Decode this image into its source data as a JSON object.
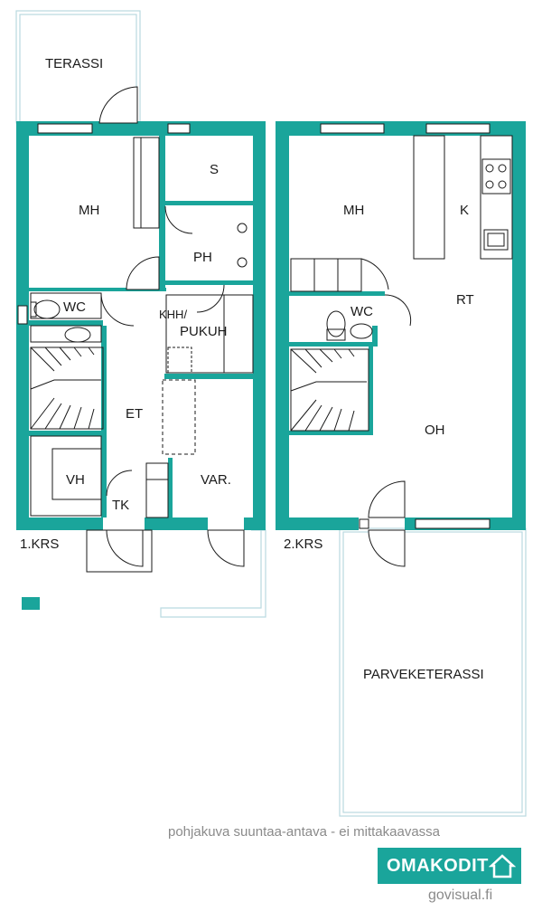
{
  "colors": {
    "wall": "#1aa59b",
    "outline": "#1a1a1a",
    "terrace": "#b9d9e0",
    "text_grey": "#8a8a8a"
  },
  "floor1": {
    "level_label": "1.KRS",
    "rooms": {
      "terassi": "TERASSI",
      "mh": "MH",
      "s": "S",
      "ph": "PH",
      "wc": "WC",
      "khh": "KHH/",
      "pukuh": "PUKUH",
      "et": "ET",
      "vh": "VH",
      "tk": "TK",
      "var": "VAR."
    }
  },
  "floor2": {
    "level_label": "2.KRS",
    "rooms": {
      "mh": "MH",
      "k": "K",
      "rt": "RT",
      "wc": "WC",
      "oh": "OH",
      "parveketerassi": "PARVEKETERASSI"
    }
  },
  "footer": {
    "disclaimer": "pohjakuva suuntaa-antava - ei mittakaavassa",
    "brand": "OMAKODIT",
    "brand_icon": "house-icon",
    "website": "govisual.fi"
  },
  "legend_icon": "wall-swatch-icon"
}
